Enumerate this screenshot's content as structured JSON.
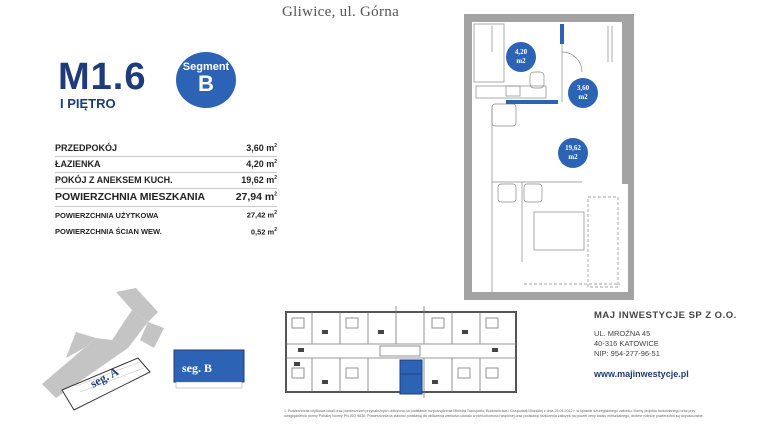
{
  "header": {
    "location": "Gliwice, ul. Górna"
  },
  "unit": {
    "code": "M1.6",
    "floor": "I PIĘTRO"
  },
  "segment": {
    "label": "Segment",
    "letter": "B"
  },
  "areas": [
    {
      "name": "PRZEDPOKÓJ",
      "value": "3,60 m",
      "unit_sup": "2"
    },
    {
      "name": "ŁAZIENKA",
      "value": "4,20 m",
      "unit_sup": "2"
    },
    {
      "name": "POKÓJ Z ANEKSEM KUCH.",
      "value": "19,62 m",
      "unit_sup": "2"
    }
  ],
  "total": {
    "name": "POWIERZCHNIA MIESZKANIA",
    "value": "27,94 m",
    "unit_sup": "2"
  },
  "extra": [
    {
      "name": "POWIERZCHNIA UŻYTKOWA",
      "value": "27,42 m",
      "unit_sup": "2"
    },
    {
      "name": "POWIERZCHNIA ŚCIAN WEW.",
      "value": "0,52 m",
      "unit_sup": "2"
    }
  ],
  "plan_labels": {
    "bathroom": "4,20\nm2",
    "hall": "3,60\nm2",
    "living": "19,62\nm2"
  },
  "site": {
    "seg_a": "seg. A",
    "seg_b": "seg. B"
  },
  "company": {
    "name": "MAJ INWESTYCJE SP Z O.O.",
    "street": "UL. MROŹNA 45",
    "city": "40-316 KATOWICE",
    "nip": "NIP: 954-277-96-51",
    "website": "www.majinwestycje.pl"
  },
  "footnote": "1. Powierzchnia użytkowa lokali oraz pomieszczeń przynależnych obliczona na podstawie rozporządzenia Ministra Transportu, Budownictwa i Gospodarki Morskiej z dnia 25.04.2012 r. w sprawie szczegółowego zakresu i formy projektu budowlanego oraz przy uwzględnieniu normy Polskiej Normy PN-ISO 9836. Powierzchnia ta stanowi podstawę do obliczenia wielkości udziału w nieruchomości wspólnej oraz podstawę rozliczenia zaliczek na poczet ceny lokalu mieszkalnego, drobne różnice powierzchni są dopuszczalne.",
  "colors": {
    "brand_blue": "#1e3b7a",
    "accent_blue": "#2c63b5",
    "plan_gray": "#9a9a9a"
  }
}
